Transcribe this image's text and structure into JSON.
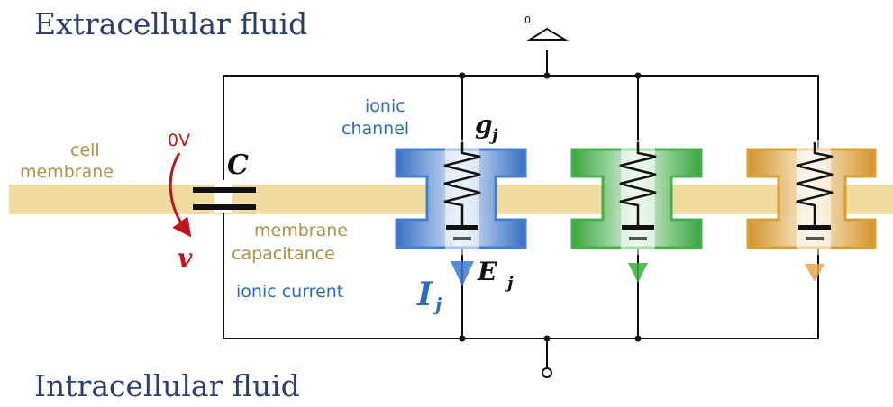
{
  "regions": {
    "extracellular": "Extracellular fluid",
    "intracellular": "Intracellular fluid"
  },
  "labels": {
    "cell_membrane_line1": "cell",
    "cell_membrane_line2": "membrane",
    "zero_volt": "0V",
    "voltage_symbol": "v",
    "capacitor_symbol": "C",
    "membrane_capacitance_line1": "membrane",
    "membrane_capacitance_line2": "capacitance",
    "ionic_channel_line1": "ionic",
    "ionic_channel_line2": "channel",
    "conductance_base": "g",
    "conductance_sub": "j",
    "reversal_base": "E",
    "reversal_sub": "j",
    "ionic_current_text": "ionic current",
    "current_base": "I",
    "current_sub": "j",
    "ground_label": "0"
  },
  "colors": {
    "region_text": "#2b3f70",
    "membrane": "#f0dca0",
    "membrane_text": "#b09044",
    "voltage_red": "#c0141e",
    "channel_text": "#2e6cbf",
    "channel_blue": "#3a78cf",
    "channel_green": "#3aad40",
    "channel_orange": "#d99a2a"
  },
  "channels": [
    {
      "name": "blue-channel",
      "color": "#3a78cf"
    },
    {
      "name": "green-channel",
      "color": "#3aad40"
    },
    {
      "name": "orange-channel",
      "color": "#d99a2a"
    }
  ]
}
